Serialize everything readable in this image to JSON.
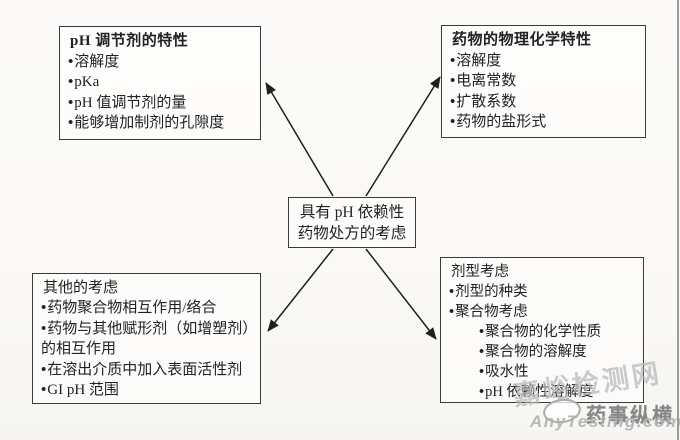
{
  "colors": {
    "background": "#fbfaf8",
    "box_border": "#3a3a3a",
    "text": "#222222",
    "arrow": "#1f1f1f",
    "watermark_light_gray": "#bababa",
    "watermark_dark_gray": "#878787"
  },
  "center_box": {
    "line1": "具有 pH 依赖性",
    "line2": "药物处方的考虑"
  },
  "boxes": {
    "top_left": {
      "title": "pH 调节剂的特性",
      "items": [
        "溶解度",
        "pKa",
        "pH 值调节剂的量",
        "能够增加制剂的孔隙度"
      ]
    },
    "top_right": {
      "title": "药物的物理化学特性",
      "items": [
        "溶解度",
        "电离常数",
        "扩散系数",
        "药物的盐形式"
      ]
    },
    "bottom_left": {
      "title": "其他的考虑",
      "items": [
        "药物聚合物相互作用/络合",
        "药物与其他赋形剂（如增塑剂）的相互作用",
        "在溶出介质中加入表面活性剂",
        "GI pH 范围"
      ]
    },
    "bottom_right": {
      "title": "剂型考虑",
      "items": [
        "剂型的种类",
        "聚合物考虑"
      ],
      "subitems": [
        "聚合物的化学性质",
        "聚合物的溶解度",
        "吸水性",
        "pH 依赖性溶解度"
      ]
    }
  },
  "watermarks": {
    "site_cn": "嘉峪检测网",
    "brand": "药事纵横",
    "site_en": "AnyTesting.com"
  }
}
